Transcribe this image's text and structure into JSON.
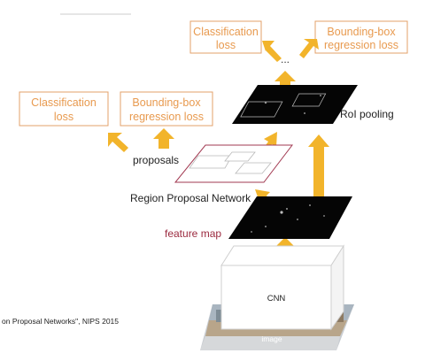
{
  "colors": {
    "accent_orange": "#e89a4f",
    "arrow_yellow": "#f2b42b",
    "proposal_red": "#a23a52",
    "feature_text": "#9b2a3f",
    "feature_map": "#050505",
    "cnn_box": "#ffffff"
  },
  "top_right": {
    "classification": [
      "Classification",
      "loss"
    ],
    "bbox": [
      "Bounding-box",
      "regression loss"
    ],
    "ellipsis": "..."
  },
  "left": {
    "classification": [
      "Classification",
      "loss"
    ],
    "bbox": [
      "Bounding-box",
      "regression loss"
    ]
  },
  "labels": {
    "roi_pooling": "RoI pooling",
    "proposals": "proposals",
    "rpn": "Region Proposal Network",
    "feature_map": "feature map",
    "cnn": "CNN",
    "image": "image"
  },
  "citation": "on Proposal Networks\", NIPS 2015"
}
